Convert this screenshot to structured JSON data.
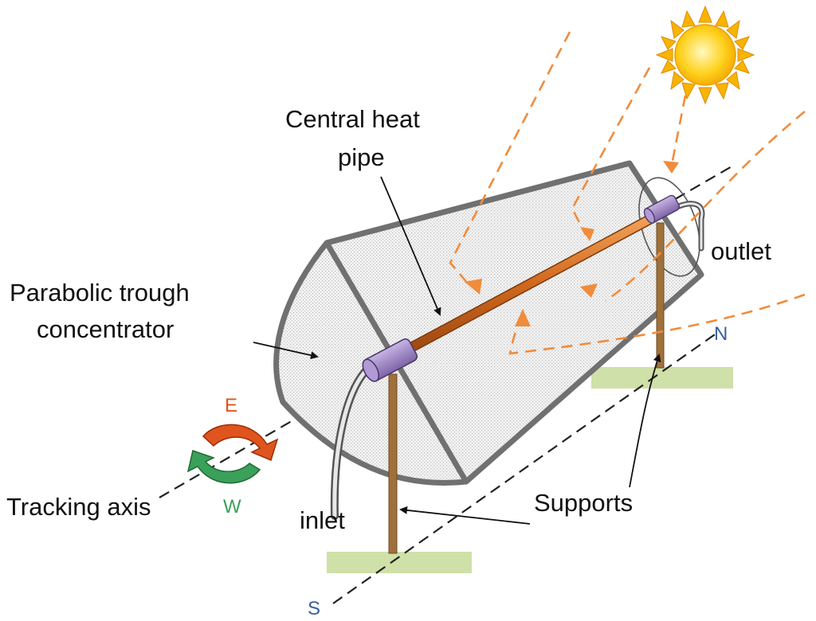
{
  "labels": {
    "central_heat_pipe_line1": "Central heat",
    "central_heat_pipe_line2": "pipe",
    "concentrator_line1": "Parabolic trough",
    "concentrator_line2": "concentrator",
    "outlet": "outlet",
    "inlet": "inlet",
    "supports": "Supports",
    "tracking_axis": "Tracking axis"
  },
  "directions": {
    "north": "N",
    "south": "S",
    "east": "E",
    "west": "W"
  },
  "icons": {
    "sun": "sun-icon",
    "rotation_east": "rotate-arrow-icon",
    "rotation_west": "rotate-arrow-icon"
  },
  "colors": {
    "sun_rays": "#f08c3c",
    "heat_pipe": "#d2691e",
    "pipe_end_caps": "#9a7fbf",
    "trough_frame": "#707070",
    "ground": "#cfe0a8",
    "support_post": "#a0703c",
    "east_arrow": "#e0541e",
    "west_arrow": "#3aa05a",
    "compass_text": "#3a5f9e"
  }
}
